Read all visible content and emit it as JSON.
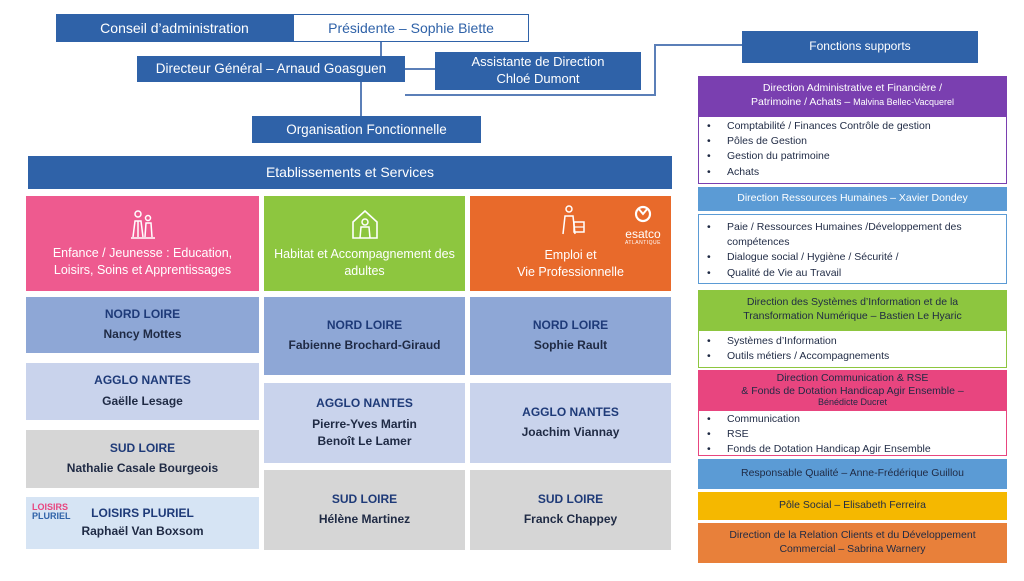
{
  "governance": {
    "board": "Conseil d’administration",
    "president": "Présidente – Sophie Biette",
    "director": "Directeur Général – Arnaud Goasguen",
    "assistant_line1": "Assistante de Direction",
    "assistant_line2": "Chloé Dumont",
    "org": "Organisation Fonctionnelle",
    "establishments": "Etablissements et Services"
  },
  "columns": [
    {
      "title": "Enfance / Jeunesse : Education, Loisirs, Soins et Apprentissages",
      "color": "#ee5a8f",
      "icon": "family-icon",
      "cells": [
        {
          "region": "NORD LOIRE",
          "people": [
            "Nancy Mottes"
          ]
        },
        {
          "region": "AGGLO NANTES",
          "people": [
            "Gaëlle Lesage"
          ]
        },
        {
          "region": "SUD LOIRE",
          "people": [
            "Nathalie Casale Bourgeois"
          ]
        },
        {
          "region": "LOISIRS PLURIEL",
          "people": [
            "Raphaël Van Boxsom"
          ],
          "logo_line1": "LOISIRS",
          "logo_line2": "PLURIEL"
        }
      ]
    },
    {
      "title": "Habitat et Accompagnement des adultes",
      "color": "#8dc63f",
      "icon": "house-icon",
      "cells": [
        {
          "region": "NORD LOIRE",
          "people": [
            "Fabienne Brochard-Giraud"
          ]
        },
        {
          "region": "AGGLO NANTES",
          "people": [
            "Pierre-Yves Martin",
            "Benoît Le Lamer"
          ]
        },
        {
          "region": "SUD LOIRE",
          "people": [
            "Hélène Martinez"
          ]
        }
      ]
    },
    {
      "title_line1": "Emploi et",
      "title_line2": "Vie Professionnelle",
      "color": "#e86a2b",
      "icon": "worker-icon",
      "logo": "esatco",
      "logo_sub": "ATLANTIQUE",
      "cells": [
        {
          "region": "NORD LOIRE",
          "people": [
            "Sophie Rault"
          ]
        },
        {
          "region": "AGGLO NANTES",
          "people": [
            "Joachim Viannay"
          ]
        },
        {
          "region": "SUD LOIRE",
          "people": [
            "Franck Chappey"
          ]
        }
      ]
    }
  ],
  "support": {
    "header": "Fonctions supports",
    "daf_line1": "Direction Administrative et Financière /",
    "daf_line2": "Patrimoine / Achats –",
    "daf_name": "Malvina Bellec-Vacquerel",
    "daf_items": [
      "Comptabilité / Finances  Contrôle de gestion",
      "Pôles de Gestion",
      "Gestion du patrimoine",
      "Achats"
    ],
    "drh": "Direction Ressources Humaines – Xavier Dondey",
    "drh_items": [
      "Paie / Ressources Humaines /Développement des compétences",
      "Dialogue social / Hygiène / Sécurité /",
      "Qualité de Vie au Travail"
    ],
    "dsi_line1": "Direction des Systèmes d’Information et de la",
    "dsi_line2": "Transformation Numérique – Bastien Le Hyaric",
    "dsi_items": [
      "Systèmes d’Information",
      "Outils métiers / Accompagnements"
    ],
    "com_line1": "Direction Communication & RSE",
    "com_line2": "& Fonds de Dotation Handicap Agir Ensemble –",
    "com_name": "Bénédicte Ducret",
    "com_items": [
      "Communication",
      "RSE",
      "Fonds de Dotation Handicap Agir Ensemble"
    ],
    "quality": "Responsable Qualité – Anne-Frédérique Guillou",
    "social": "Pôle Social – Elisabeth Ferreira",
    "relation_line1": "Direction de la Relation Clients et du Développement",
    "relation_line2": "Commercial – Sabrina Warnery"
  },
  "colors": {
    "blue": "#2f62a8",
    "purple": "#7a3fb0",
    "light_blue": "#5b9bd5",
    "green": "#8dc63f",
    "pink": "#e8457f",
    "yellow": "#f5b800",
    "orange": "#e8803a"
  }
}
